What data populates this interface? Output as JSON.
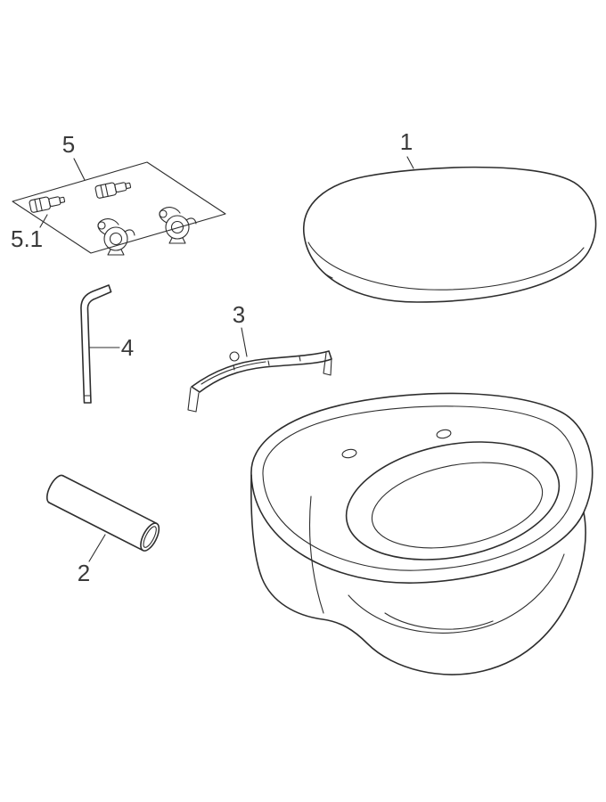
{
  "page": {
    "background": "#ffffff",
    "line_color": "#2e2e2e",
    "label_color": "#3a3a3a",
    "description": "Exploded spare-parts line drawing of a wall-hung toilet with seat"
  },
  "callouts": {
    "seat": "1",
    "tube": "2",
    "distributor": "3",
    "hex_key": "4",
    "fixing_set": "5",
    "fixing_set_sub": "5.1"
  }
}
